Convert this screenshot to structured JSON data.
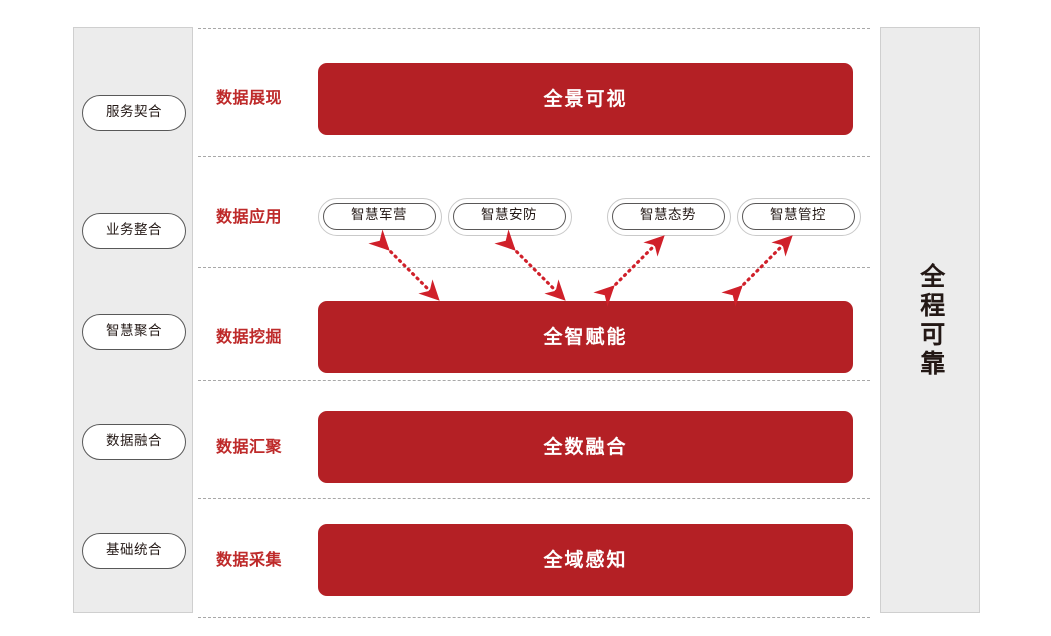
{
  "diagram": {
    "title_right_vertical": "全程可靠",
    "accent_red": "#B42025",
    "label_red": "#BE2A2A",
    "panel_gray": "#ECECEC",
    "divider_color": "#A8A8A8"
  },
  "left_column": {
    "name": "capability-column",
    "items": [
      {
        "label": "服务契合"
      },
      {
        "label": "业务整合"
      },
      {
        "label": "智慧聚合"
      },
      {
        "label": "数据融合"
      },
      {
        "label": "基础统合"
      }
    ]
  },
  "right_column": {
    "name": "reliability-column",
    "label": "全程可靠"
  },
  "layers": [
    {
      "label": "数据展现",
      "bar_text": "全景可视",
      "kind": "bar"
    },
    {
      "label": "数据应用",
      "bar_text": "",
      "kind": "pills"
    },
    {
      "label": "数据挖掘",
      "bar_text": "全智赋能",
      "kind": "bar"
    },
    {
      "label": "数据汇聚",
      "bar_text": "全数融合",
      "kind": "bar"
    },
    {
      "label": "数据采集",
      "bar_text": "全域感知",
      "kind": "bar"
    }
  ],
  "application_pills": [
    {
      "label": "智慧军营"
    },
    {
      "label": "智慧安防"
    },
    {
      "label": "智慧态势"
    },
    {
      "label": "智慧管控"
    }
  ],
  "connectors": {
    "name": "dotted-double-arrows",
    "color": "#D0202A",
    "style": "dotted",
    "count": 4,
    "description": "双向虚线箭头连接数据应用与数据挖掘"
  }
}
